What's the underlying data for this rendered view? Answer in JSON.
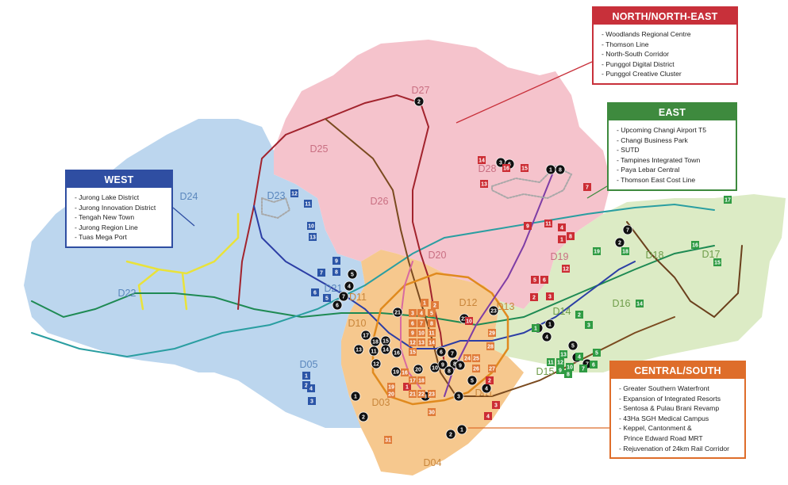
{
  "colors": {
    "west": "#bcd6ee",
    "north_northeast": "#f5c3cc",
    "east": "#dcebc5",
    "central": "#f6c88e",
    "west_box": "#2f4ea2",
    "ne_box": "#c8303a",
    "east_box": "#3e8a3e",
    "cs_box": "#de6d2a"
  },
  "districts": [
    {
      "id": "D27",
      "color": "#c96f82"
    },
    {
      "id": "D25",
      "color": "#c96f82"
    },
    {
      "id": "D28",
      "color": "#c96f82"
    },
    {
      "id": "D26",
      "color": "#c96f82"
    },
    {
      "id": "D20",
      "color": "#c96f82"
    },
    {
      "id": "D19",
      "color": "#c96f82"
    },
    {
      "id": "D24",
      "color": "#5a87bd"
    },
    {
      "id": "D23",
      "color": "#5a87bd"
    },
    {
      "id": "D22",
      "color": "#5a87bd"
    },
    {
      "id": "D21",
      "color": "#5a87bd"
    },
    {
      "id": "D05",
      "color": "#5a87bd"
    },
    {
      "id": "D18",
      "color": "#6f9d4a"
    },
    {
      "id": "D17",
      "color": "#6f9d4a"
    },
    {
      "id": "D16",
      "color": "#6f9d4a"
    },
    {
      "id": "D14",
      "color": "#6f9d4a"
    },
    {
      "id": "D15",
      "color": "#6f9d4a"
    },
    {
      "id": "D11",
      "color": "#c9863b"
    },
    {
      "id": "D12",
      "color": "#c9863b"
    },
    {
      "id": "D13",
      "color": "#c9863b"
    },
    {
      "id": "D10",
      "color": "#c9863b"
    },
    {
      "id": "D01",
      "color": "#c9863b"
    },
    {
      "id": "D03",
      "color": "#c9863b"
    },
    {
      "id": "D04",
      "color": "#c9863b"
    }
  ],
  "legends": {
    "north_northeast": {
      "title": "NORTH/NORTH-EAST",
      "items": [
        "- Woodlands Regional Centre",
        "- Thomson Line",
        "- North-South Corridor",
        "- Punggol Digital District",
        "- Punggol Creative Cluster"
      ]
    },
    "east": {
      "title": "EAST",
      "items": [
        "- Upcoming Changi Airport T5",
        "- Changi Business Park",
        "- SUTD",
        "- Tampines Integrated Town",
        "- Paya Lebar Central",
        "- Thomson East Cost Line"
      ]
    },
    "west": {
      "title": "WEST",
      "items": [
        "- Jurong Lake District",
        "- Jurong Innovation District",
        "- Tengah New Town",
        "- Jurong Region Line",
        "- Tuas Mega Port"
      ]
    },
    "central_south": {
      "title": "CENTRAL/SOUTH",
      "items": [
        "- Greater Southern Waterfront",
        "- Expansion of Integrated Resorts",
        "- Sentosa & Pulau Brani Revamp",
        "- 43Ha SGH Medical Campus",
        "- Keppel, Cantonment &",
        "  Prince Edward Road MRT",
        "- Rejuvenation of 24km Rail Corridor"
      ]
    }
  },
  "markers": {
    "black": [
      "2",
      "1",
      "8",
      "3",
      "6",
      "5",
      "4",
      "7",
      "6",
      "7",
      "2",
      "1",
      "3",
      "21",
      "22",
      "23",
      "17",
      "13",
      "18",
      "15",
      "14",
      "11",
      "16",
      "12",
      "19",
      "20",
      "10",
      "9",
      "8",
      "7",
      "6",
      "5",
      "4",
      "3",
      "2",
      "1",
      "1",
      "2",
      "3",
      "4",
      "5",
      "6",
      "7",
      "8",
      "9"
    ],
    "red": [
      "14",
      "16",
      "15",
      "13",
      "7",
      "9",
      "11",
      "4",
      "1",
      "8",
      "2",
      "3",
      "10",
      "5",
      "6",
      "1",
      "2",
      "3",
      "4",
      "12"
    ],
    "blue": [
      "12",
      "11",
      "10",
      "13",
      "9",
      "8",
      "7",
      "5",
      "6",
      "1",
      "2",
      "3",
      "4"
    ],
    "green": [
      "17",
      "19",
      "18",
      "16",
      "15",
      "14",
      "1",
      "2",
      "3",
      "4",
      "5",
      "6",
      "7",
      "8",
      "9",
      "10",
      "11",
      "12",
      "13"
    ],
    "orange": [
      "1",
      "2",
      "3",
      "4",
      "5",
      "6",
      "7",
      "8",
      "9",
      "10",
      "11",
      "12",
      "13",
      "14",
      "15",
      "16",
      "17",
      "18",
      "19",
      "20",
      "21",
      "22",
      "23",
      "24",
      "25",
      "26",
      "27",
      "28",
      "29",
      "30",
      "31"
    ]
  }
}
